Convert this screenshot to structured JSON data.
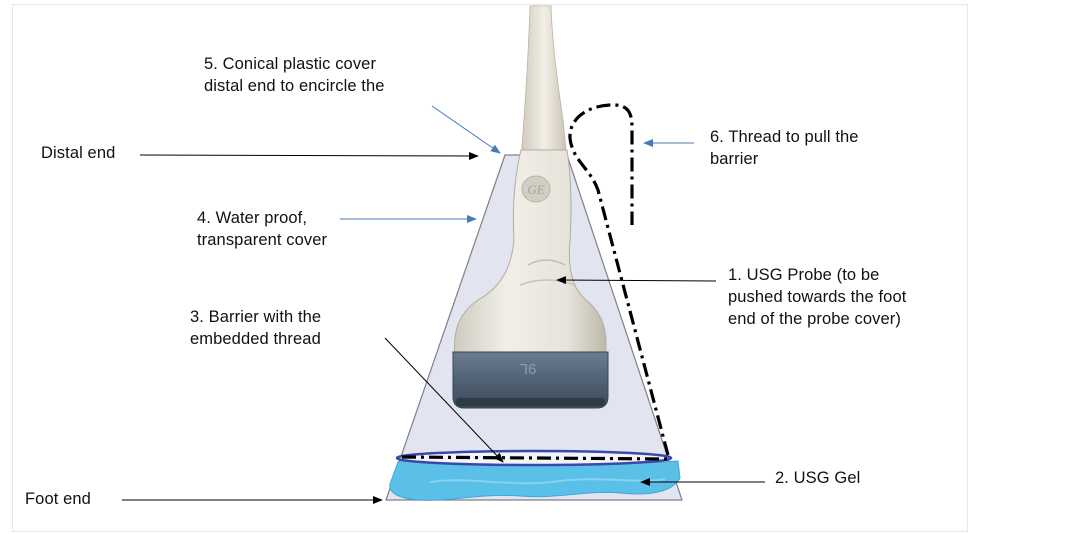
{
  "labels": {
    "distal_end": "Distal end",
    "foot_end": "Foot end",
    "conical_cover": [
      "5. Conical plastic cover",
      "distal end to encircle the"
    ],
    "water_proof": [
      "4. Water proof,",
      "transparent cover"
    ],
    "barrier": [
      "3. Barrier with the",
      "embedded thread"
    ],
    "thread": [
      "6. Thread to pull the",
      "barrier"
    ],
    "probe": [
      "1. USG Probe (to be",
      "pushed towards the foot",
      "end of the probe cover)"
    ],
    "gel": "2. USG Gel"
  },
  "probe_model_text": "9L",
  "probe_brand_logo": "GE",
  "colors": {
    "cover_fill": "#e2e4ef",
    "cover_stroke": "#7f7f8c",
    "gel_fill": "#5bc0e8",
    "barrier_line": "#3b48a8",
    "annotation_arrow": "#4a7ab5",
    "pointer_arrow": "#000000",
    "probe_body": "#e9e7df",
    "probe_head": "#4e5f73"
  },
  "icons": {
    "probe": "ultrasound-probe-illustration",
    "logo": "ge-logo-icon"
  }
}
